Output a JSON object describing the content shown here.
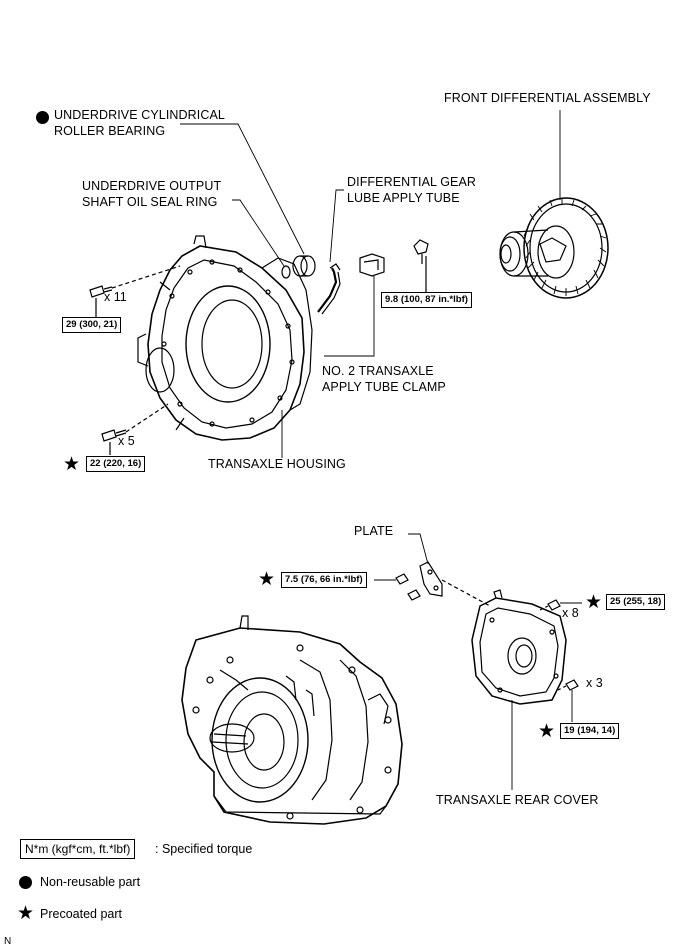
{
  "labels": {
    "bearing": [
      "UNDERDRIVE CYLINDRICAL",
      "ROLLER BEARING"
    ],
    "oil_seal": [
      "UNDERDRIVE OUTPUT",
      "SHAFT OIL SEAL RING"
    ],
    "lube_tube": [
      "DIFFERENTIAL GEAR",
      "LUBE APPLY TUBE"
    ],
    "differential": "FRONT DIFFERENTIAL ASSEMBLY",
    "tube_clamp": [
      "NO. 2 TRANSAXLE",
      "APPLY TUBE CLAMP"
    ],
    "housing": "TRANSAXLE HOUSING",
    "plate": "PLATE",
    "rear_cover": "TRANSAXLE REAR COVER"
  },
  "torques": {
    "housing_bolt_top": "29 (300, 21)",
    "housing_bolt_bottom": "22 (220, 16)",
    "clamp_bolt": "9.8 (100, 87 in.*lbf)",
    "plate_bolt": "7.5 (76, 66 in.*lbf)",
    "cover_bolt_top": "25 (255, 18)",
    "cover_bolt_bottom": "19 (194, 14)"
  },
  "quantities": {
    "housing_top": "x 11",
    "housing_bottom": "x 5",
    "cover_top": "x 8",
    "cover_bottom": "x 3"
  },
  "legend": {
    "torque_box": "N*m (kgf*cm, ft.*lbf)",
    "torque_text": ": Specified torque",
    "nonreusable": "Non-reusable part",
    "precoated": "Precoated part"
  },
  "figure_mark": "N",
  "icons": {
    "nonreusable": "filled-circle-icon",
    "precoated": "star-icon"
  }
}
